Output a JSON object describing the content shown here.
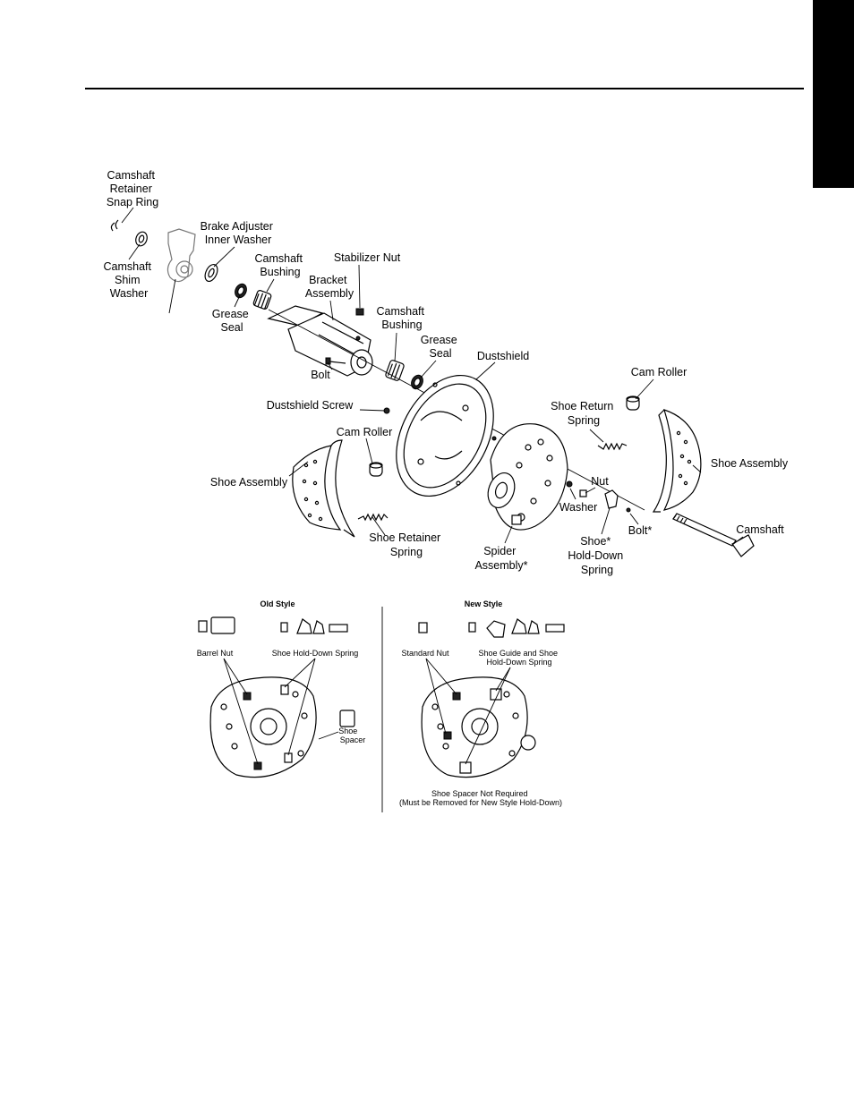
{
  "labels": {
    "camshaft_retainer_snap_ring": [
      "Camshaft",
      "Retainer",
      "Snap Ring"
    ],
    "camshaft_shim_washer": [
      "Camshaft",
      "Shim",
      "Washer"
    ],
    "brake_adjuster_inner_washer": [
      "Brake Adjuster",
      "Inner Washer"
    ],
    "camshaft_bushing_1": [
      "Camshaft",
      "Bushing"
    ],
    "grease_seal_1": [
      "Grease",
      "Seal"
    ],
    "stabilizer_nut": [
      "Stabilizer Nut"
    ],
    "bracket_assembly": [
      "Bracket",
      "Assembly"
    ],
    "camshaft_bushing_2": [
      "Camshaft",
      "Bushing"
    ],
    "grease_seal_2": [
      "Grease",
      "Seal"
    ],
    "bolt": [
      "Bolt"
    ],
    "dustshield": [
      "Dustshield"
    ],
    "cam_roller_1": [
      "Cam Roller"
    ],
    "dustshield_screw": [
      "Dustshield Screw"
    ],
    "shoe_return_spring": [
      "Shoe Return",
      "Spring"
    ],
    "cam_roller_2": [
      "Cam Roller"
    ],
    "shoe_assembly_1": [
      "Shoe Assembly"
    ],
    "shoe_assembly_2": [
      "Shoe Assembly"
    ],
    "nut": [
      "Nut"
    ],
    "washer": [
      "Washer"
    ],
    "shoe_retainer_spring": [
      "Shoe Retainer",
      "Spring"
    ],
    "spider_assembly": [
      "Spider",
      "Assembly*"
    ],
    "shoe_hold_down_spring": [
      "Shoe*",
      "Hold-Down",
      "Spring"
    ],
    "bolt_star": [
      "Bolt*"
    ],
    "camshaft": [
      "Camshaft"
    ]
  },
  "inset": {
    "old_title": "Old Style",
    "new_title": "New Style",
    "barrel_nut": "Barrel Nut",
    "old_hold_down": "Shoe Hold-Down Spring",
    "shoe_spacer": [
      "Shoe",
      "Spacer"
    ],
    "standard_nut": "Standard Nut",
    "guide_hold_down": [
      "Shoe Guide and Shoe",
      "Hold-Down Spring"
    ],
    "spacer_note": [
      "Shoe Spacer Not Required",
      "(Must be Removed for New Style Hold-Down)"
    ]
  }
}
